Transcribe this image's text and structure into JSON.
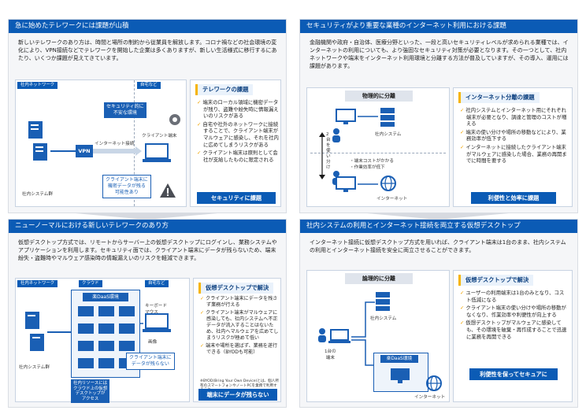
{
  "panel1": {
    "title": "急に始めたテレワークには課題が山積",
    "intro": "新しいテレワークのあり方は、時間と場所の制約から従業員を解放します。コロナ禍などの社会環境の変化により、VPN接続などでテレワークを開始した企業は多くありますが、新しい生活様式に移行するにあたり、いくつか課題が見えてきています。",
    "label_office_net": "社内ネットワーク",
    "label_home": "自宅など",
    "label_vpn": "VPN",
    "label_internet_conn": "インターネット接続",
    "label_client": "クライアント端末",
    "label_server": "社内システム群",
    "callout_security": "セキュリティ的に\n不安な環境",
    "callout_data": "クライアント端末に\n機密データが残る\n可能性あり",
    "side_title": "テレワークの課題",
    "bullets": [
      "端末のローカル領域に機密データが残り、盗難や紛失時に情報漏えいのリスクがある",
      "自宅や社外のネットワークに接続することで、クライアント端末がマルウェアに感染し、それを社内に広めてしまうリスクがある",
      "クライアント端末は原則として会社が支給したものに限定される"
    ],
    "result": "セキュリティに課題"
  },
  "panel2": {
    "title": "セキュリティがより重要な業種のインターネット利用における課題",
    "intro": "金融機関や政府・自治体、医療分野といった、一段と高いセキュリティレベルが求められる業種では、インターネットの利用についても、より強固なセキュリティ対策が必要となります。その一つとして、社内ネットワークや端末をインターネット利用環境と分離する方法が普及していますが、その導入、運用には課題があります。",
    "box_title": "物理的に分離",
    "label_system": "社内システム",
    "label_internet": "インターネット",
    "label_two_terminals": "2台を使い分け",
    "note1": "・端末コストがかかる",
    "note2": "・作業効率が低下",
    "side_title": "インターネット分離の課題",
    "bullets": [
      "社内システムとインターネット用にそれぞれ端末が必要となり、調達と管理のコストが増える",
      "端末の使い分けや場所の移動などにより、業務効率が低下する",
      "インターネットに接続したクライアント端末がマルウェアに感染した場合、業務の再開までに時間を要する"
    ],
    "result": "利便性と効率に課題"
  },
  "panel3": {
    "title": "ニューノーマルにおける新しいテレワークのあり方",
    "intro": "仮想デスクトップ方式では、リモートからサーバー上の仮想デスクトップにログインし、業務システムやアプリケーションを利用します。セキュリティ面では、クライアント端末にデータが残らないため、端末紛失・盗難時やマルウェア感染時の情報漏えいのリスクを軽減できます。",
    "label_office_net": "社内ネットワーク",
    "label_cloud": "クラウド",
    "label_home": "自宅など",
    "label_daas": "楽DaaS環境",
    "label_server": "社内システム群",
    "label_keyboard": "キーボード\nマウス",
    "label_screen": "画像",
    "callout_resource": "社内リソースには\nクラウド上の仮想\nデスクトップが\nアクセス",
    "callout_nodata": "クライアント端末に\nデータが残らない",
    "side_title": "仮想デスクトップで解決",
    "bullets": [
      "クライアント端末にデータを残さず業務が行える",
      "クライアント端末がマルウェアに感染しても、社内システムへ不正データが流入することはないため、社内へマルウェアを広めてしまうリスクが極めて低い",
      "端末や場所を選ばず、業務を遂行できる（BYODも可能）"
    ],
    "footnote": "※BYOD(Bring Your Own Device)とは、個人所有のスマートフォンやノートPCを業務で利用すること",
    "result": "端末にデータが残らない"
  },
  "panel4": {
    "title": "社内システムの利用とインターネット接続を両立する仮想デスクトップ",
    "intro": "インターネット接続に仮想デスクトップ方式を用いれば、クライアント端末は1台のまま、社内システムの利用とインターネット接続を安全に両立させることができます。",
    "box_title": "論理的に分離",
    "label_system": "社内システム",
    "label_one_terminal": "1台の\n端末",
    "label_daas": "楽DaaS環境",
    "label_internet": "インターネット",
    "side_title": "仮想デスクトップで解決",
    "bullets": [
      "ユーザーの利用端末は1台のみとなり、コスト低減になる",
      "クライアント端末の使い分けや場所の移動がなくなり、作業効率や利便性が向上する",
      "仮想デスクトップがマルウェアに感染しても、その環境を破棄・再作成することで迅速に業務を再開できる"
    ],
    "result": "利便性を保ってセキュアに"
  },
  "colors": {
    "header": "#0b5bb5",
    "accent": "#f6b400",
    "check": "#f0a500"
  }
}
